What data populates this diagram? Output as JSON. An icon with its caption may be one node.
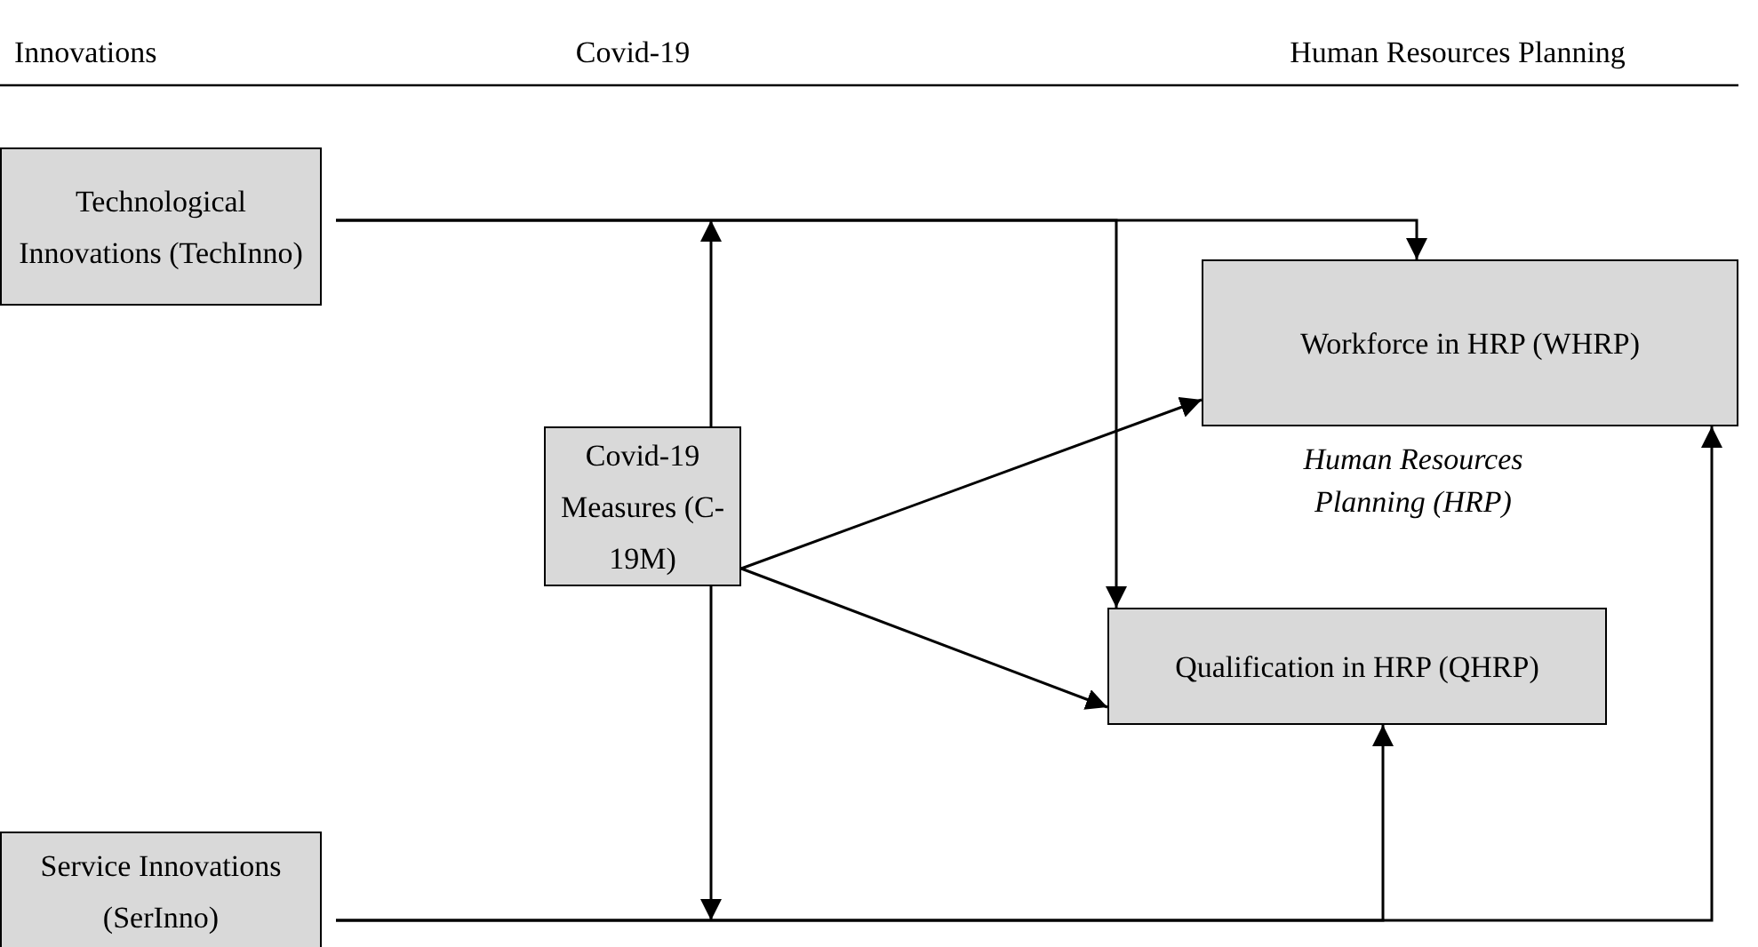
{
  "diagram": {
    "nodes": [
      {
        "text": [
          "Technological Innovations (TechInno)"
        ]
      },
      {
        "text": [
          "Covid-19 Measures (C-19M)"
        ]
      },
      {
        "text": [
          "Workforce in HRP (WHRP)"
        ]
      },
      {
        "text": [
          "Qualification in HRP (QHRP)"
        ]
      },
      {
        "text": [
          "Service Innovations (SerInno)"
        ]
      }
    ],
    "edges": [
      {
        "from": 0,
        "to": 2,
        "arrow": "to"
      },
      {
        "from": 0,
        "to": 3,
        "arrow": "to"
      },
      {
        "from": 1,
        "to": null,
        "arrow": "to"
      },
      {
        "from": 1,
        "to": null,
        "arrow": "to"
      },
      {
        "from": 1,
        "to": 2,
        "arrow": "to"
      },
      {
        "from": 1,
        "to": 3,
        "arrow": "to"
      },
      {
        "from": 4,
        "to": 2,
        "arrow": "to"
      },
      {
        "from": 4,
        "to": 3,
        "arrow": "to"
      }
    ],
    "labels": [
      "Innovations",
      "Covid-19",
      "Human Resources Planning",
      "Human Resources Planning (HRP)"
    ]
  }
}
